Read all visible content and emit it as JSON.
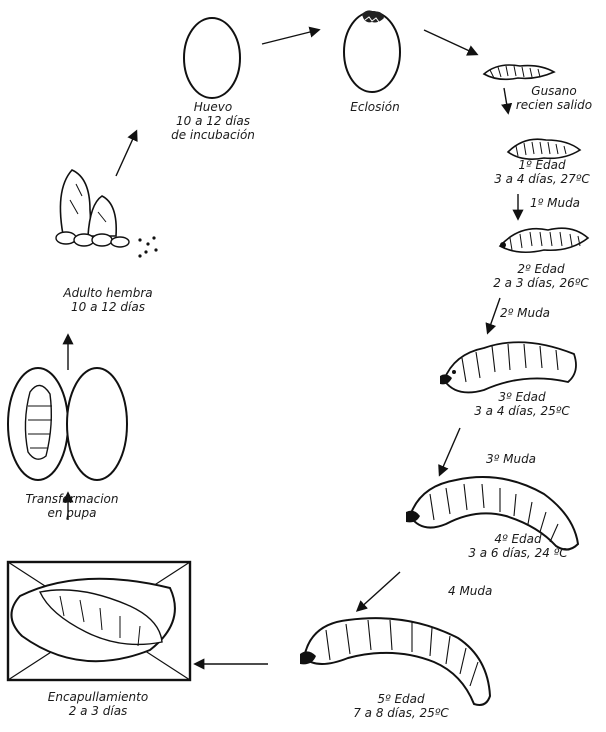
{
  "diagram": {
    "labels": {
      "egg": [
        "Huevo",
        "10 a 12 días",
        "de incubación"
      ],
      "hatching": [
        "Eclosión"
      ],
      "newborn": [
        "Gusano",
        "recien salido"
      ],
      "first_instar": [
        "1º Edad",
        "3 a 4 días, 27ºC"
      ],
      "first_molt": [
        "1º Muda"
      ],
      "second_instar": [
        "2º Edad",
        "2 a 3 días, 26ºC"
      ],
      "second_molt": [
        "2º Muda"
      ],
      "third_instar": [
        "3º Edad",
        "3 a 4 días, 25ºC"
      ],
      "third_molt": [
        "3º Muda"
      ],
      "fourth_instar": [
        "4º Edad",
        "3 a 6 días, 24 ºC"
      ],
      "fourth_molt": [
        "4 Muda"
      ],
      "fifth_instar": [
        "5º Edad",
        "7 a 8 días, 25ºC"
      ],
      "cocooning": [
        "Encapullamiento",
        "2 a 3 días"
      ],
      "pupa": [
        "Transformacion",
        "en pupa"
      ],
      "adult": [
        "Adulto hembra",
        "10 a 12 días"
      ]
    }
  }
}
